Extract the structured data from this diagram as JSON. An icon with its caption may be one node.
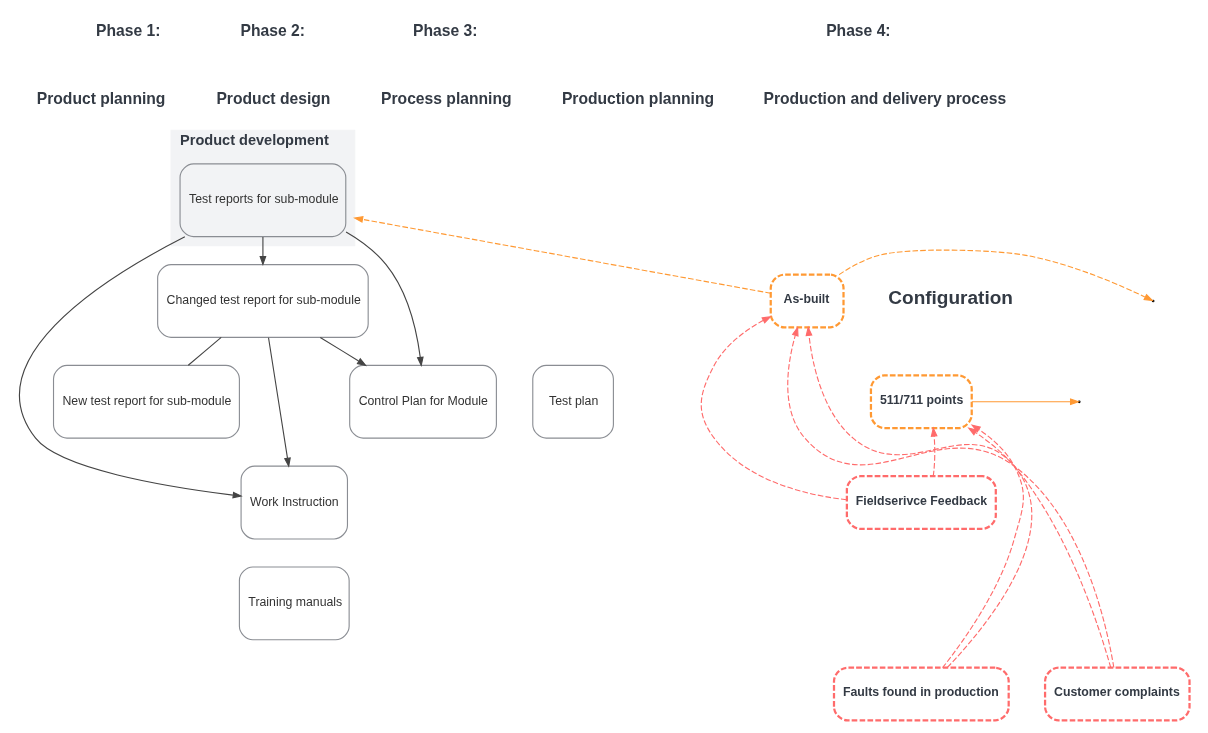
{
  "diagram": {
    "nodes": [
      {
        "text": [
          "Product development"
        ]
      },
      {
        "text": [
          "Test reports for sub-module"
        ],
        "in": 0
      },
      {
        "text": [
          "Changed test report for sub-module"
        ]
      },
      {
        "text": [
          "New test report for sub-module"
        ]
      },
      {
        "text": [
          "Control Plan for Module"
        ]
      },
      {
        "text": [
          "Test plan"
        ]
      },
      {
        "text": [
          "Work Instruction"
        ]
      },
      {
        "text": [
          "Training manuals"
        ]
      },
      {
        "text": [
          "As-built"
        ]
      },
      {
        "text": [
          "511/711 points"
        ]
      },
      {
        "text": [
          "Fieldserivce Feedback"
        ]
      },
      {
        "text": [
          "Customer complaints"
        ]
      },
      {
        "text": [
          "Faults found in production"
        ]
      }
    ],
    "edges": [
      {
        "from": 1,
        "to": 2,
        "arrow": "to"
      },
      {
        "from": 1,
        "to": 6,
        "arrow": "to"
      },
      {
        "from": 1,
        "to": 4,
        "arrow": "to"
      },
      {
        "from": 2,
        "to": 6,
        "arrow": "to"
      },
      {
        "from": 2,
        "to": 4,
        "arrow": "to"
      },
      {
        "from": 2,
        "to": 3,
        "arrow": "none"
      },
      {
        "from": 8,
        "to": 0,
        "arrow": "to",
        "style": "dashed",
        "color": "#ff9933"
      },
      {
        "from": 8,
        "to": null,
        "arrow": "to",
        "style": "dashed",
        "color": "#ff9933"
      },
      {
        "from": 9,
        "to": null,
        "arrow": "to",
        "color": "#ff9933"
      },
      {
        "from": 10,
        "to": 8,
        "arrow": "to",
        "style": "dashed",
        "color": "#ff6b6b"
      },
      {
        "from": 10,
        "to": 9,
        "arrow": "to",
        "style": "dashed",
        "color": "#ff6b6b"
      },
      {
        "from": 12,
        "to": 8,
        "arrow": "to",
        "style": "dashed",
        "color": "#ff6b6b"
      },
      {
        "from": 12,
        "to": 9,
        "arrow": "to",
        "style": "dashed",
        "color": "#ff6b6b"
      },
      {
        "from": 11,
        "to": 8,
        "arrow": "to",
        "style": "dashed",
        "color": "#ff6b6b"
      },
      {
        "from": 11,
        "to": 9,
        "arrow": "to",
        "style": "dashed",
        "color": "#ff6b6b"
      }
    ],
    "labels": [
      "Phase 1:",
      "Product planning",
      "Phase 2:",
      "Product design",
      "Phase 3:",
      "Process planning",
      "Phase 4:",
      "Production planning",
      "Production and delivery process",
      "Configuration"
    ]
  }
}
